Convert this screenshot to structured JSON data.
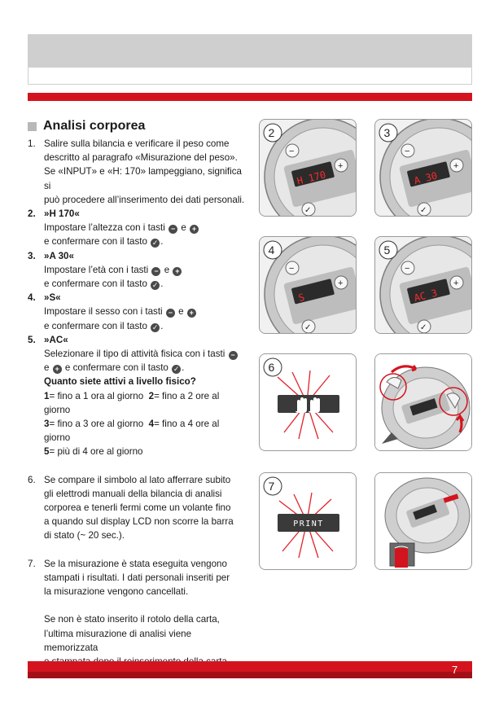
{
  "header": {},
  "section": {
    "title": "Analisi corporea"
  },
  "steps": {
    "s1": {
      "num": "1.",
      "l1": "Salire sulla bilancia e verificare il peso come",
      "l2": "descritto al paragrafo «Misurazione del peso».",
      "l3": "Se «INPUT» e «H: 170» lampeggiano, significa si",
      "l4": "può procedere all’inserimento dei dati personali."
    },
    "s2": {
      "num": "2.",
      "head": "»H 170«",
      "l1": "Impostare l’altezza con i tasti",
      "and": "e",
      "l2": "e confermare con il tasto",
      "end": "."
    },
    "s3": {
      "num": "3.",
      "head": "»A 30«",
      "l1": "Impostare l’età con i tasti",
      "and": "e",
      "l2": "e confermare con il tasto",
      "end": "."
    },
    "s4": {
      "num": "4.",
      "head": "»S«",
      "l1": "Impostare il sesso con i tasti",
      "and": "e",
      "l2": "e confermare con il tasto",
      "end": "."
    },
    "s5": {
      "num": "5.",
      "head": "»AC«",
      "l1": "Selezionare il tipo di attività fisica con i tasti",
      "l2a": "e",
      "l2b": "e confermare con il tasto",
      "end": ".",
      "q": "Quanto siete attivi a livello fisico?",
      "o1n": "1",
      "o1": "= fino a 1 ora al giorno",
      "o2n": "2",
      "o2": "= fino a 2 ore al giorno",
      "o3n": "3",
      "o3": "= fino a 3 ore al giorno",
      "o4n": "4",
      "o4": "= fino a 4 ore al giorno",
      "o5n": "5",
      "o5": "= più di 4 ore al giorno"
    },
    "s6": {
      "num": "6.",
      "l1": "Se compare il simbolo al lato afferrare subito",
      "l2": "gli elettrodi manuali della bilancia di analisi",
      "l3": "corporea e tenerli fermi come un volante fino",
      "l4": "a quando sul display LCD non scorre la barra",
      "l5": "di stato (~ 20 sec.)."
    },
    "s7": {
      "num": "7.",
      "l1": "Se la misurazione è stata eseguita vengono",
      "l2": "stampati i risultati. I dati personali inseriti per",
      "l3": "la misurazione vengono cancellati.",
      "p1": "Se non è stato inserito il rotolo della carta,",
      "p2": "l’ultima misurazione di analisi viene memorizzata",
      "p3": "e stampata dopo il reinserimento della carta."
    }
  },
  "keys": {
    "minus": "−",
    "plus": "+",
    "ok": "✓"
  },
  "figures": {
    "f2": {
      "label": "2",
      "display": "H 170"
    },
    "f3": {
      "label": "3",
      "display": "A 30"
    },
    "f4": {
      "label": "4",
      "display": "S"
    },
    "f5": {
      "label": "5",
      "display": "AC 3"
    },
    "f6": {
      "label": "6"
    },
    "f7": {
      "label": "7",
      "display": "PRINT"
    }
  },
  "footer": {
    "page": "7"
  },
  "colors": {
    "brand_red": "#d3141e",
    "header_grey": "#cfcfcf",
    "led_red": "#ff2a2a"
  }
}
